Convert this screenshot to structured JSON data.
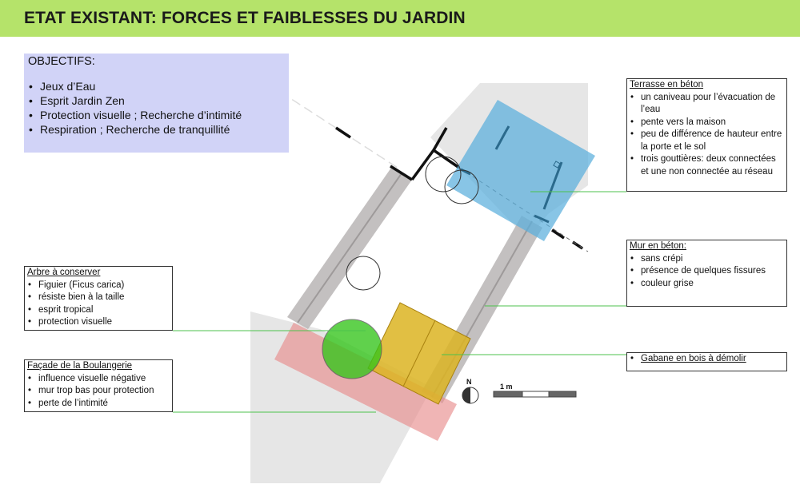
{
  "title": "ETAT EXISTANT: FORCES ET FAIBLESSES DU JARDIN",
  "colors": {
    "title_bar": "#b5e36a",
    "objectives_bg": "#d1d3f7",
    "terrace": "#5aaedc",
    "tree": "#34c51a",
    "shed": "#dcb422",
    "bakery_facade": "#e88e8e",
    "leader_lines": "#4cc24c"
  },
  "objectives": {
    "title": "OBJECTIFS:",
    "items": [
      "Jeux d’Eau",
      "Esprit Jardin Zen",
      "Protection visuelle ; Recherche d’intimité",
      "Respiration ; Recherche de tranquillité"
    ]
  },
  "annotations": {
    "terrasse": {
      "title": "Terrasse en béton",
      "items": [
        "un caniveau pour l’évacuation de l’eau",
        "pente vers la maison",
        "peu de différence de hauteur entre la porte et le sol",
        "trois gouttières: deux connectées et une non connectée au réseau"
      ]
    },
    "mur": {
      "title": "Mur en béton:",
      "items": [
        "sans crépi",
        "présence de quelques fissures",
        "couleur grise"
      ]
    },
    "gabane": {
      "items": [
        "Gabane en bois à démolir"
      ]
    },
    "arbre": {
      "title": "Arbre à conserver",
      "items": [
        "Figuier (Ficus carica)",
        "résiste bien à la taille",
        "esprit tropical",
        "protection visuelle"
      ]
    },
    "facade": {
      "title": "Façade de la Boulangerie",
      "items": [
        "influence visuelle négative",
        "mur trop bas pour protection",
        "perte de l’intimité"
      ]
    }
  },
  "legend": {
    "scale_label": "1 m",
    "north_label": "N"
  }
}
